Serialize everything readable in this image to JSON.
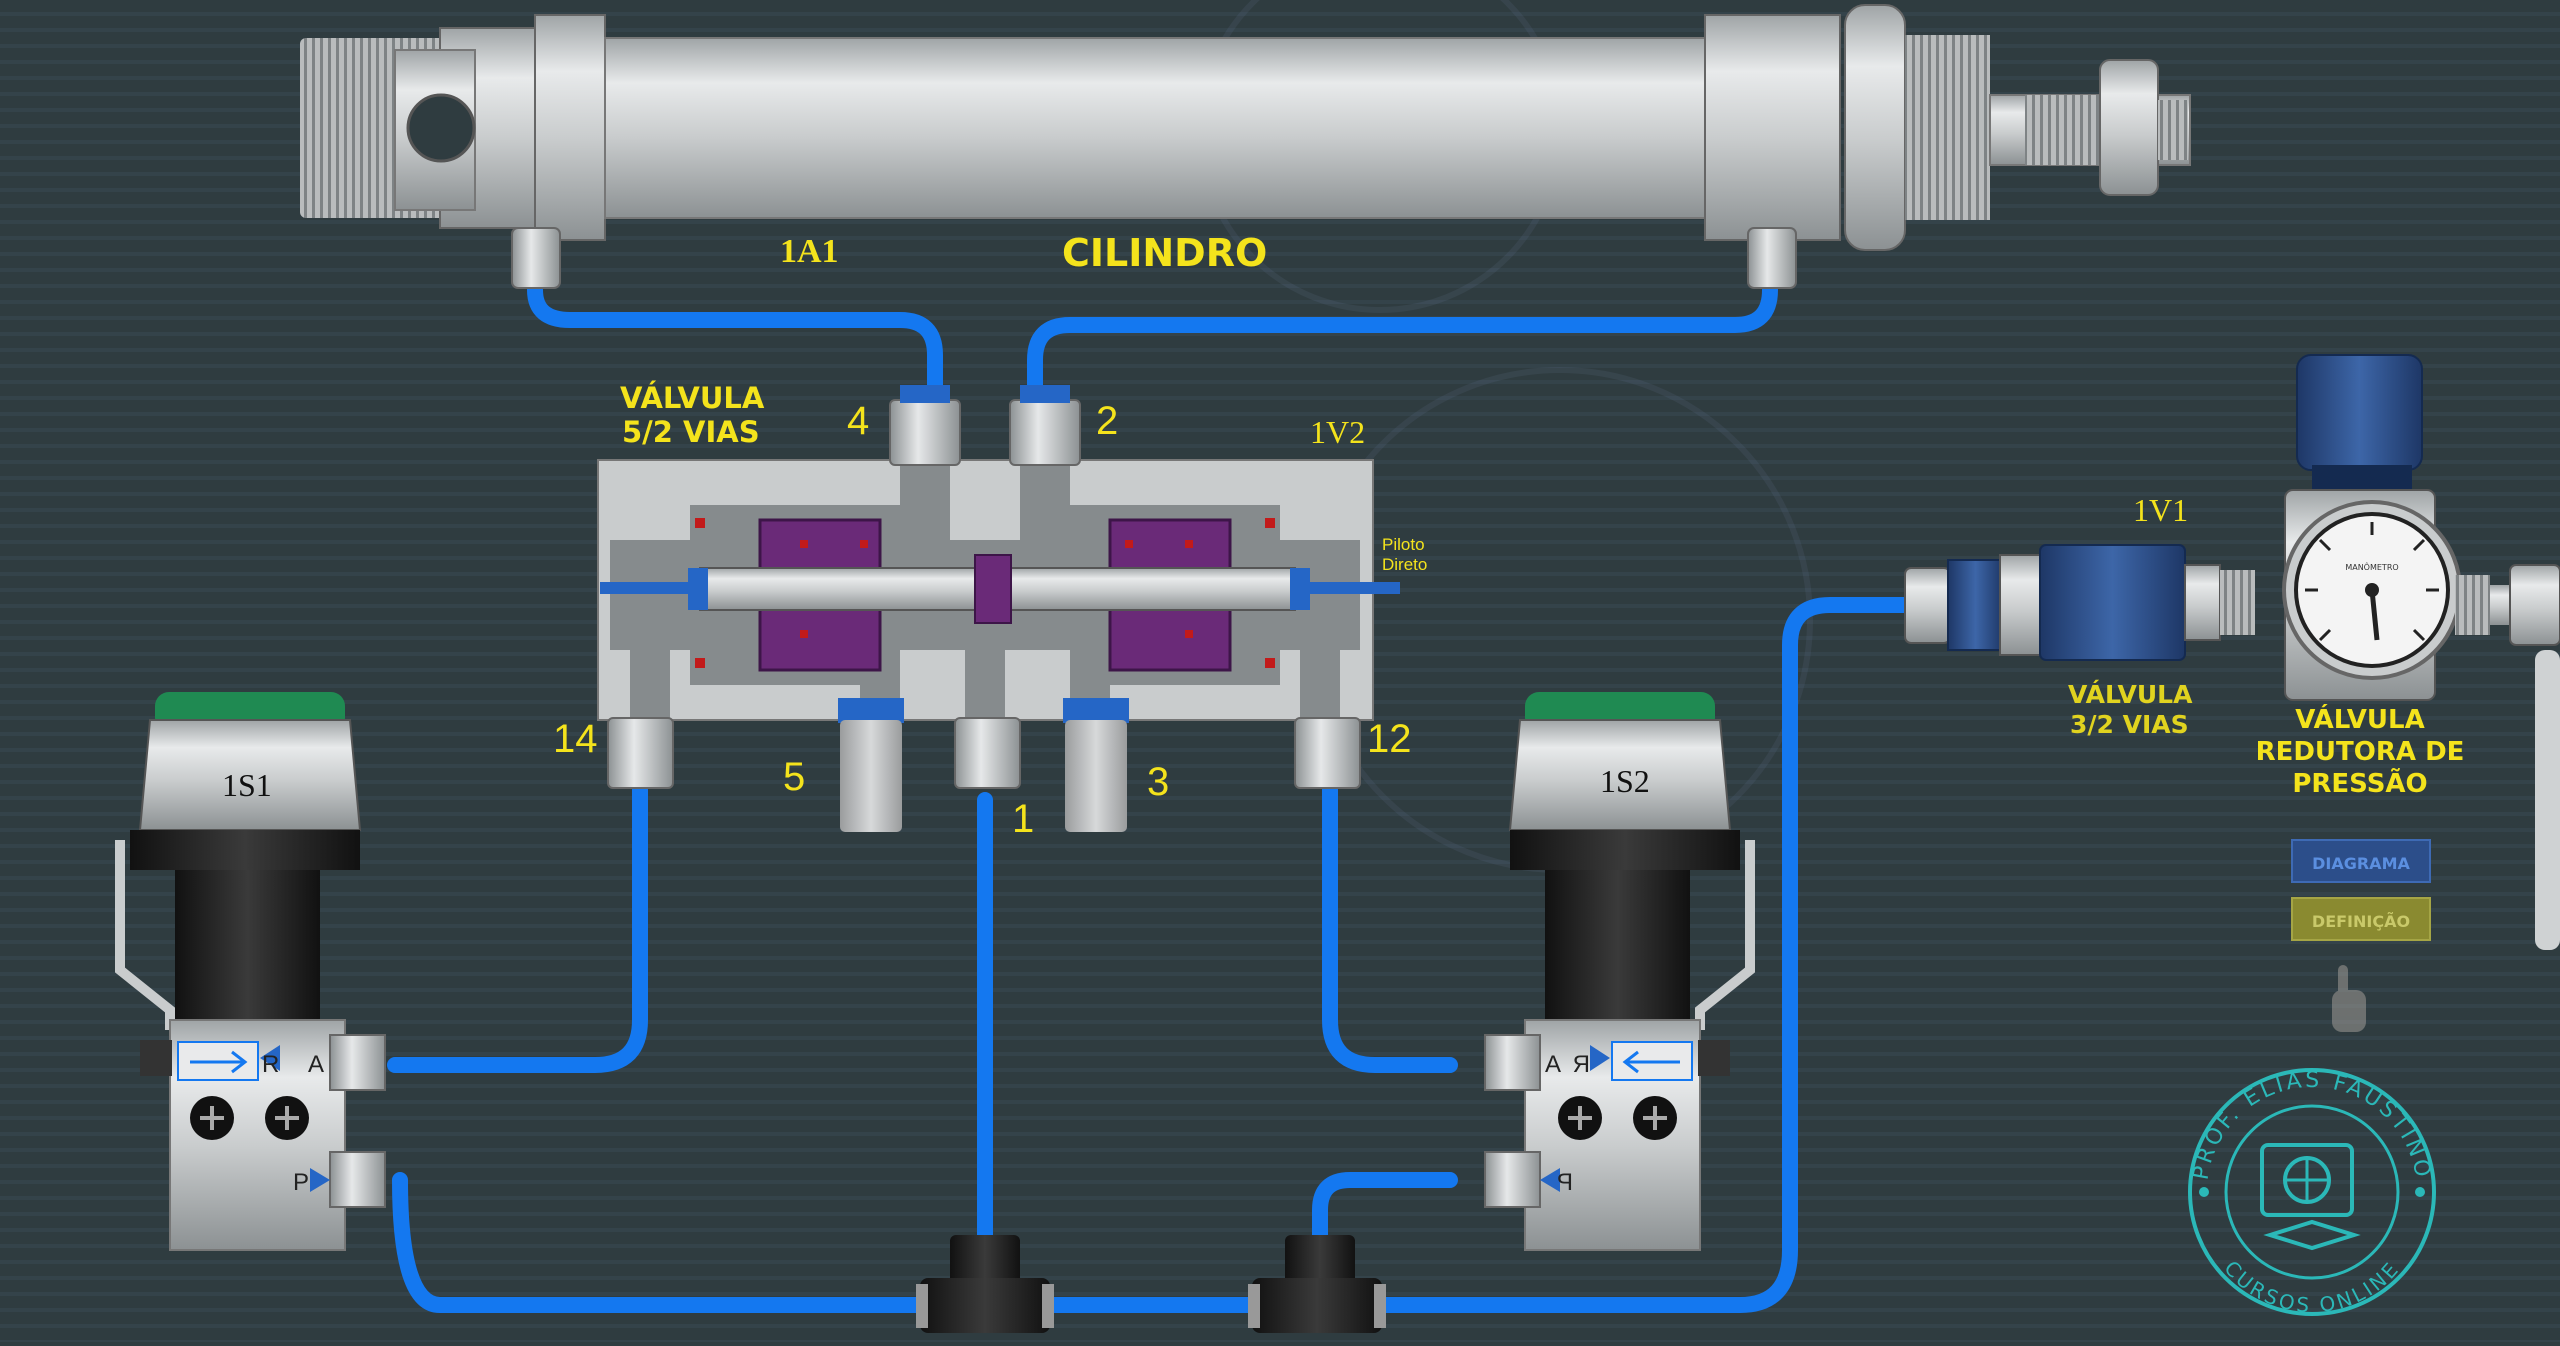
{
  "labels": {
    "cylinder_tag": "1A1",
    "cylinder_name": "CILINDRO",
    "valve52_line1": "VÁLVULA",
    "valve52_line2": "5/2 VIAS",
    "valve52_tag": "1V2",
    "pilot_line1": "Piloto",
    "pilot_line2": "Direto",
    "port_4": "4",
    "port_2": "2",
    "port_14": "14",
    "port_12": "12",
    "port_5": "5",
    "port_1": "1",
    "port_3": "3",
    "switch1_tag": "1S1",
    "switch2_tag": "1S2",
    "sw_port_A": "A",
    "sw_port_R": "R",
    "sw_port_P": "P",
    "valve32_tag": "1V1",
    "valve32_line1": "VÁLVULA",
    "valve32_line2": "3/2 VIAS",
    "regulator_line1": "VÁLVULA",
    "regulator_line2": "REDUTORA DE",
    "regulator_line3": "PRESSÃO",
    "gauge_label": "MANÔMETRO",
    "logo_text_top": "PROF. ELIAS FAUSTINO",
    "logo_text_bottom": "CURSOS ONLINE"
  },
  "buttons": {
    "diagram": "DIAGRAMA",
    "definition": "DEFINIÇÃO"
  },
  "colors": {
    "background": "#2f3c40",
    "tube": "#1478f0",
    "label": "#f4e31c",
    "metal": "#c8cbcc",
    "piston": "#6a2a78",
    "button_diagram": "#2c4e8a",
    "button_definition": "#8a8a30",
    "logo": "#2bb8b8"
  }
}
